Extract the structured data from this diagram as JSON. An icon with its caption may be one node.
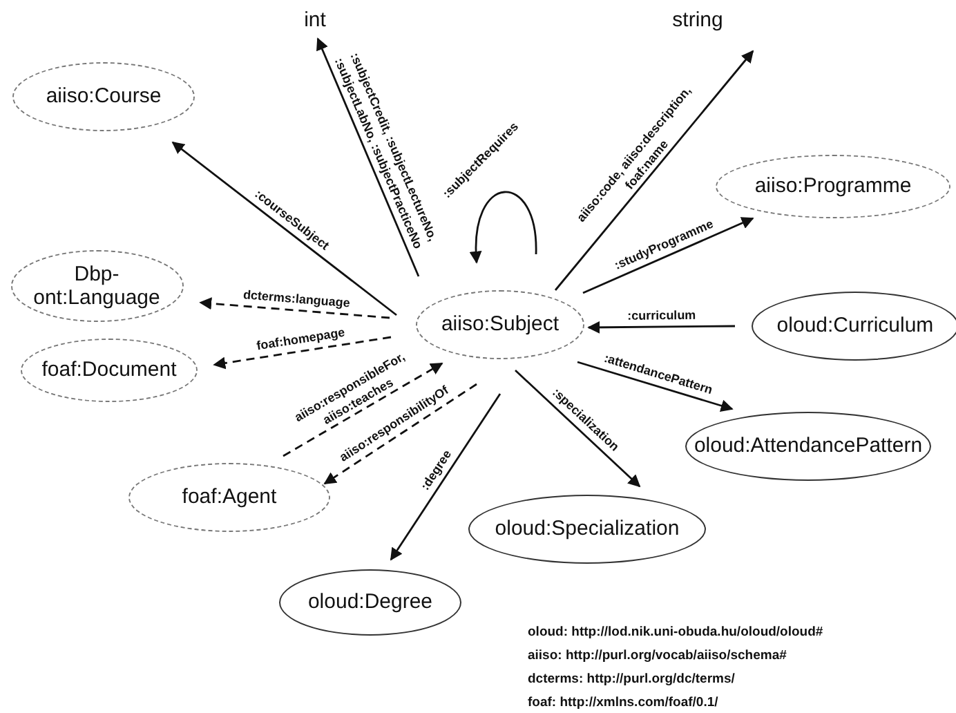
{
  "diagram": {
    "nodes": [
      {
        "text": [
          "int"
        ]
      },
      {
        "text": [
          "string"
        ]
      },
      {
        "text": [
          "aiiso:Course"
        ]
      },
      {
        "text": [
          "aiiso:Programme"
        ]
      },
      {
        "text": [
          "Dbp-ont:Language"
        ]
      },
      {
        "text": [
          "aiiso:Subject"
        ]
      },
      {
        "text": [
          "oloud:Curriculum"
        ]
      },
      {
        "text": [
          "foaf:Document"
        ]
      },
      {
        "text": [
          "oloud:AttendancePattern"
        ]
      },
      {
        "text": [
          "foaf:Agent"
        ]
      },
      {
        "text": [
          "oloud:Specialization"
        ]
      },
      {
        "text": [
          "oloud:Degree"
        ]
      }
    ],
    "edges": [
      {
        "from": 5,
        "to": 0,
        "arrow": "to",
        "label": ":subjectCredit, :subjectLectureNo, :subjectLabNo, :subjectPracticeNo"
      },
      {
        "from": 5,
        "to": 2,
        "arrow": "to",
        "label": ":courseSubject"
      },
      {
        "from": 5,
        "to": 1,
        "arrow": "to",
        "label": "aiiso:code, aiiso:description, foaf:name"
      },
      {
        "from": 5,
        "to": 5,
        "arrow": "to",
        "label": ":subjectRequires"
      },
      {
        "from": 5,
        "to": 3,
        "arrow": "to",
        "label": ":studyProgramme"
      },
      {
        "from": 6,
        "to": 5,
        "arrow": "to",
        "label": ":curriculum"
      },
      {
        "from": 5,
        "to": 4,
        "arrow": "to",
        "label": "dcterms:language",
        "style": "dashed"
      },
      {
        "from": 5,
        "to": 7,
        "arrow": "to",
        "label": "foaf:homepage",
        "style": "dashed"
      },
      {
        "from": 9,
        "to": 5,
        "arrow": "to",
        "label": "aiiso:responsibleFor, aiiso:teaches",
        "style": "dashed"
      },
      {
        "from": 5,
        "to": 9,
        "arrow": "to",
        "label": "aiiso:responsibilityOf",
        "style": "dashed"
      },
      {
        "from": 5,
        "to": 8,
        "arrow": "to",
        "label": ":attendancePattern"
      },
      {
        "from": 5,
        "to": 10,
        "arrow": "to",
        "label": ":specialization"
      },
      {
        "from": 5,
        "to": 11,
        "arrow": "to",
        "label": ":degree"
      }
    ],
    "labels": [
      "oloud: http://lod.nik.uni-obuda.hu/oloud/oloud#",
      "aiiso: http://purl.org/vocab/aiiso/schema#",
      "dcterms: http://purl.org/dc/terms/",
      "foaf: http://xmlns.com/foaf/0.1/"
    ]
  }
}
